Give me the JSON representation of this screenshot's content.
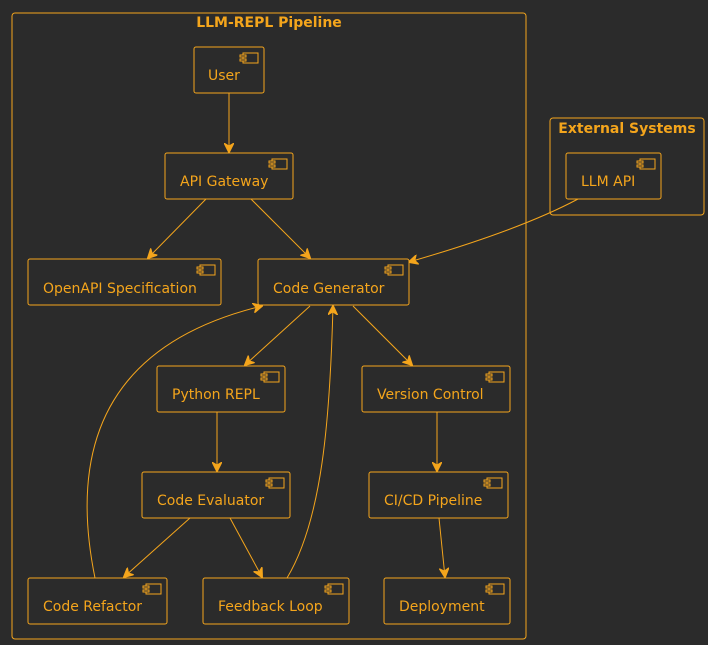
{
  "colors": {
    "background": "#2b2b2b",
    "accent": "#f4a51c"
  },
  "packages": {
    "pipeline": {
      "title": "LLM-REPL Pipeline"
    },
    "external": {
      "title": "External Systems"
    }
  },
  "components": {
    "user": "User",
    "api_gateway": "API Gateway",
    "openapi_spec": "OpenAPI Specification",
    "code_generator": "Code Generator",
    "python_repl": "Python REPL",
    "version_control": "Version Control",
    "code_evaluator": "Code Evaluator",
    "cicd_pipeline": "CI/CD Pipeline",
    "code_refactor": "Code Refactor",
    "feedback_loop": "Feedback Loop",
    "deployment": "Deployment",
    "llm_api": "LLM API"
  },
  "icon": "component-icon"
}
